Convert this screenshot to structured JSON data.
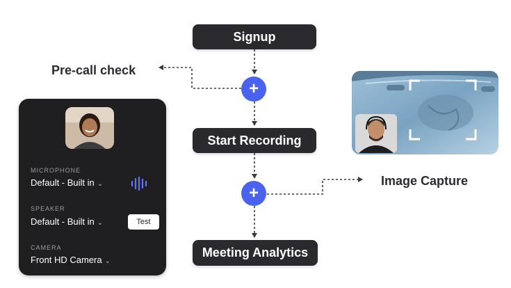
{
  "flow": {
    "signup_label": "Signup",
    "start_recording_label": "Start Recording",
    "meeting_analytics_label": "Meeting Analytics",
    "plus_symbol": "+"
  },
  "side_labels": {
    "precall": "Pre-call check",
    "image_capture": "Image Capture"
  },
  "precall_panel": {
    "microphone_label": "MICROPHONE",
    "microphone_value": "Default - Built in",
    "speaker_label": "SPEAKER",
    "speaker_value": "Default - Built in",
    "test_button_label": "Test",
    "camera_label": "CAMERA",
    "camera_value": "Front HD Camera",
    "chevron_icon": "chevron-down-icon"
  },
  "colors": {
    "node_bg": "#2a2a2e",
    "accent": "#4a63ef",
    "panel_bg": "#1f1f22"
  }
}
